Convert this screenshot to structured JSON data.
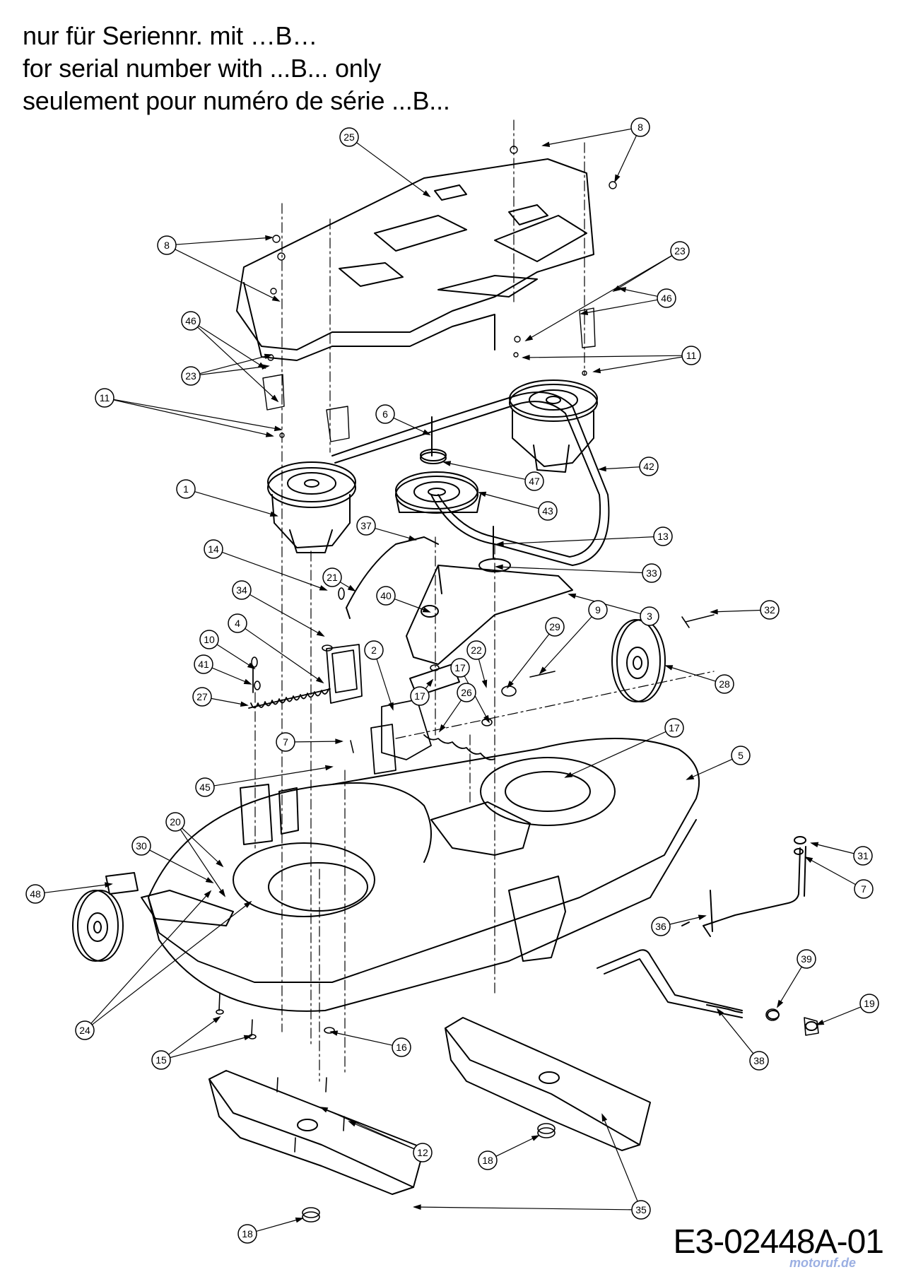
{
  "header": {
    "line_de": "nur für Seriennr. mit …B…",
    "line_en": "for serial number with ...B... only",
    "line_fr": "seulement pour numéro de série ...B..."
  },
  "drawing_code": "E3-02448A-01",
  "watermark": "motoruf.de",
  "callouts": [
    {
      "label": "25"
    },
    {
      "label": "8"
    },
    {
      "label": "8"
    },
    {
      "label": "23"
    },
    {
      "label": "46"
    },
    {
      "label": "46"
    },
    {
      "label": "11"
    },
    {
      "label": "23"
    },
    {
      "label": "11"
    },
    {
      "label": "6"
    },
    {
      "label": "42"
    },
    {
      "label": "47"
    },
    {
      "label": "1"
    },
    {
      "label": "43"
    },
    {
      "label": "37"
    },
    {
      "label": "13"
    },
    {
      "label": "33"
    },
    {
      "label": "14"
    },
    {
      "label": "21"
    },
    {
      "label": "3"
    },
    {
      "label": "34"
    },
    {
      "label": "40"
    },
    {
      "label": "4"
    },
    {
      "label": "29"
    },
    {
      "label": "9"
    },
    {
      "label": "32"
    },
    {
      "label": "10"
    },
    {
      "label": "2"
    },
    {
      "label": "22"
    },
    {
      "label": "41"
    },
    {
      "label": "17"
    },
    {
      "label": "17"
    },
    {
      "label": "26"
    },
    {
      "label": "28"
    },
    {
      "label": "27"
    },
    {
      "label": "17"
    },
    {
      "label": "7"
    },
    {
      "label": "5"
    },
    {
      "label": "45"
    },
    {
      "label": "20"
    },
    {
      "label": "30"
    },
    {
      "label": "31"
    },
    {
      "label": "48"
    },
    {
      "label": "7"
    },
    {
      "label": "36"
    },
    {
      "label": "39"
    },
    {
      "label": "24"
    },
    {
      "label": "19"
    },
    {
      "label": "15"
    },
    {
      "label": "16"
    },
    {
      "label": "38"
    },
    {
      "label": "12"
    },
    {
      "label": "18"
    },
    {
      "label": "35"
    },
    {
      "label": "18"
    }
  ]
}
